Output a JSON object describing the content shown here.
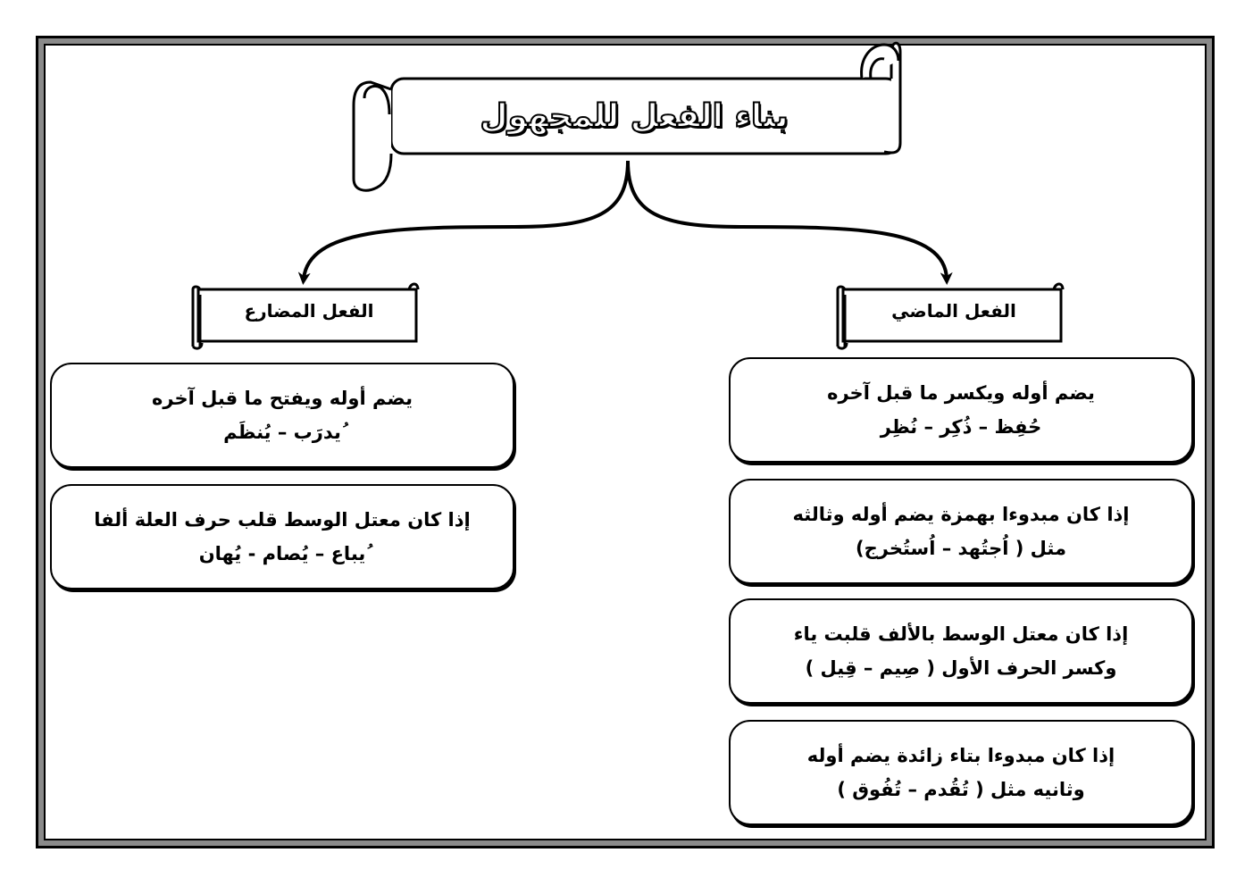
{
  "title": "بناء الفعل للمجهول",
  "branches": {
    "past": {
      "label": "الفعل الماضي",
      "rules": [
        {
          "line1": "يضم أوله ويكسر ما قبل آخره",
          "line2": "حُفِظ – ذُكِر – نُظِر"
        },
        {
          "line1": "إذا كان مبدوءا بهمزة يضم أوله وثالثه",
          "line2": "مثل ( اُجتُهد – اُستُخرج)"
        },
        {
          "line1": "إذا كان معتل الوسط بالألف قلبت ياء",
          "line2": "وكسر الحرف الأول ( صِيم –  قِيل )"
        },
        {
          "line1": "إذا كان مبدوءا بتاء زائدة يضم أوله",
          "line2": "وثانيه مثل ( تُقُدم – تُفُوق )"
        }
      ]
    },
    "present": {
      "label": "الفعل المضارع",
      "rules": [
        {
          "line1": "يضم أوله ويفتح ما قبل آخره",
          "line2": "ُيدرَب – يُنظَم"
        },
        {
          "line1": "إذا كان معتل الوسط قلب حرف العلة ألفا",
          "line2": "ُيباع – يُصام - يُهان"
        }
      ]
    }
  }
}
